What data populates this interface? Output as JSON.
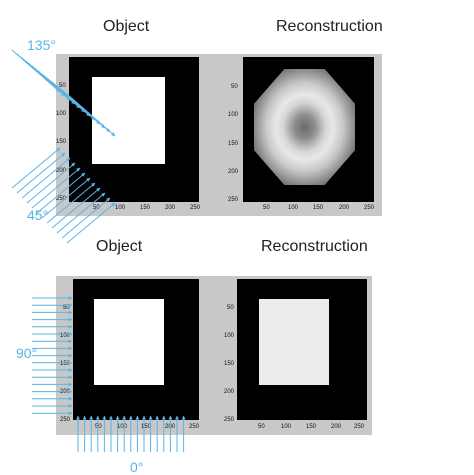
{
  "top": {
    "object_title": "Object",
    "reconstruction_title": "Reconstruction",
    "angle_upper": "135°",
    "angle_lower": "45°",
    "object_y_ticks": [
      "50",
      "100",
      "150",
      "200",
      "250"
    ],
    "object_x_ticks": [
      "50",
      "100",
      "150",
      "200",
      "250"
    ],
    "recon_y_ticks": [
      "50",
      "100",
      "150",
      "200",
      "250"
    ],
    "recon_x_ticks": [
      "50",
      "100",
      "150",
      "200",
      "250"
    ]
  },
  "bottom": {
    "object_title": "Object",
    "reconstruction_title": "Reconstruction",
    "angle_left": "90°",
    "angle_bottom": "0°",
    "object_y_ticks": [
      "50",
      "100",
      "150",
      "200",
      "250"
    ],
    "object_x_ticks": [
      "50",
      "100",
      "150",
      "200",
      "250"
    ],
    "recon_y_ticks": [
      "50",
      "100",
      "150",
      "200",
      "250"
    ],
    "recon_x_ticks": [
      "50",
      "100",
      "150",
      "200",
      "250"
    ]
  },
  "colors": {
    "arrow": "#5ab4e6",
    "panel": "#c8c8c8"
  }
}
